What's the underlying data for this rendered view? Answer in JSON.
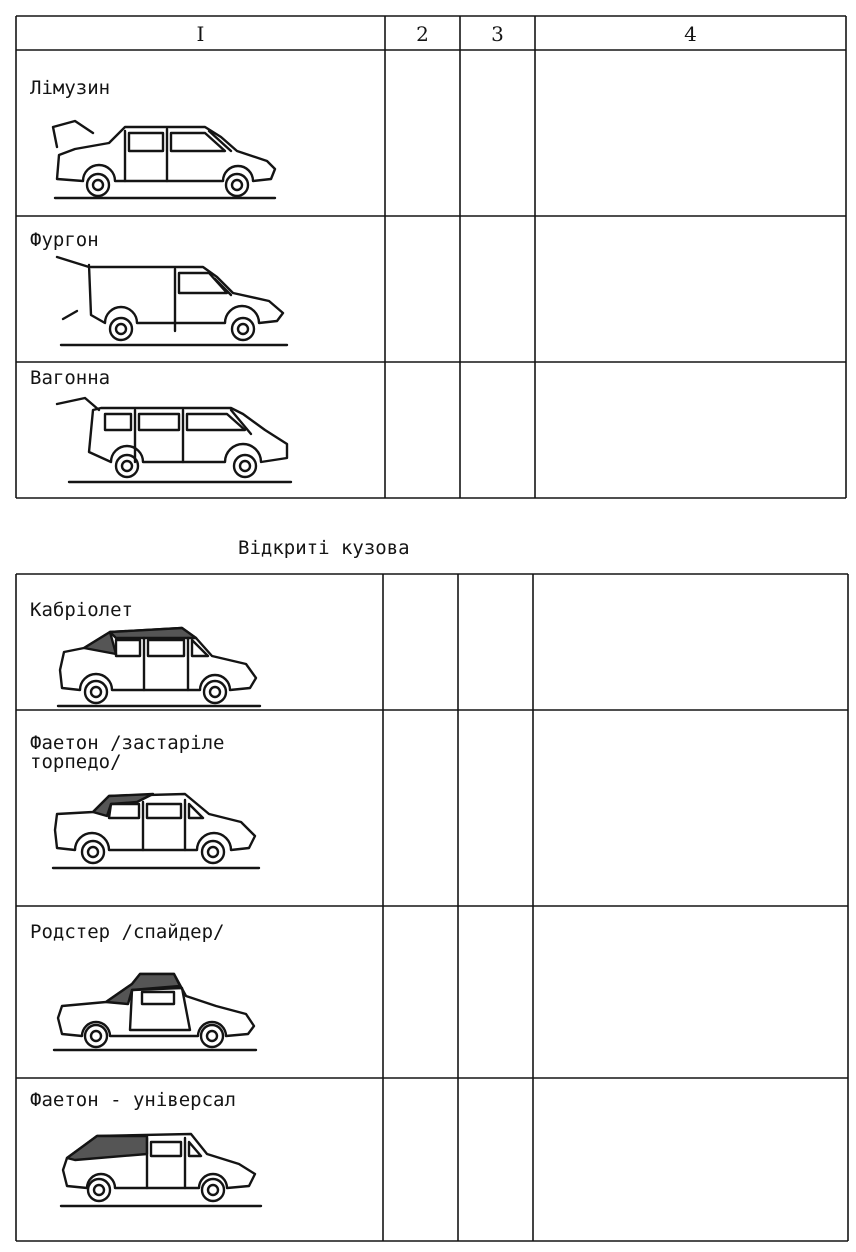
{
  "header": {
    "col1": "I",
    "col2": "2",
    "col3": "3",
    "col4": "4"
  },
  "section_title": "Відкриті кузова",
  "rows": [
    {
      "label": "Лімузин",
      "icon": "limousine-car-icon"
    },
    {
      "label": "Фургон",
      "icon": "van-car-icon"
    },
    {
      "label": "Вагонна",
      "icon": "minivan-car-icon"
    },
    {
      "label": "Кабріолет",
      "icon": "cabriolet-car-icon"
    },
    {
      "label_line1": "Фаетон /застаріле",
      "label_line2": "торпедо/",
      "icon": "phaeton-car-icon"
    },
    {
      "label": "Родстер /спайдер/",
      "icon": "roadster-car-icon"
    },
    {
      "label": "Фаетон - універсал",
      "icon": "phaeton-universal-car-icon"
    }
  ],
  "colors": {
    "ink": "#141414",
    "soft_top": "#555555"
  }
}
